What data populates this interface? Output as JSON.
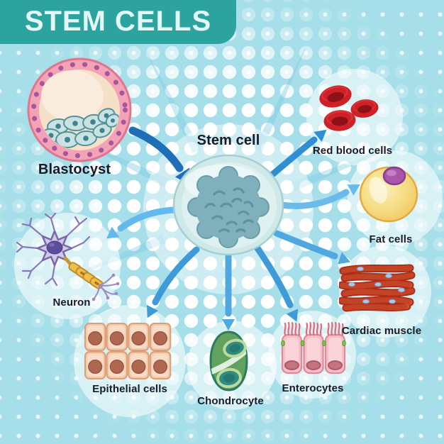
{
  "title": "STEM CELLS",
  "diagram": {
    "source_label": "Blastocyst",
    "center_label": "Stem cell",
    "derivatives": [
      {
        "label": "Red blood cells"
      },
      {
        "label": "Fat cells"
      },
      {
        "label": "Cardiac muscle"
      },
      {
        "label": "Neuron"
      },
      {
        "label": "Epithelial cells"
      },
      {
        "label": "Chondrocyte"
      },
      {
        "label": "Enterocytes"
      }
    ]
  },
  "colors": {
    "background": "#A6DFE9",
    "banner": "#2DA3A0",
    "banner_text": "#E3F8F4",
    "label_text": "#1A1A28",
    "arrow_dark": "#1E6FB8",
    "arrow_medium": "#3F9BD8",
    "arrow_light": "#66B7EA"
  }
}
